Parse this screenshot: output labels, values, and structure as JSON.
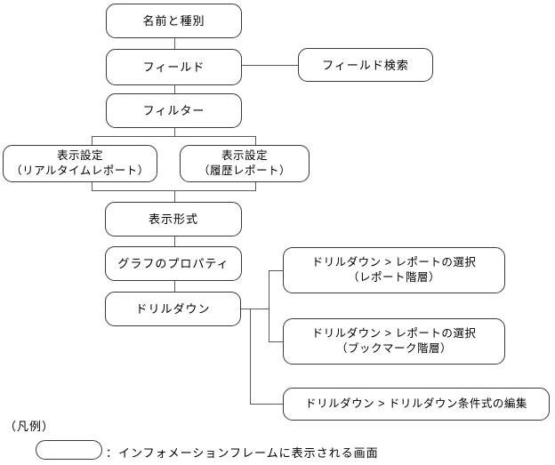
{
  "diagram": {
    "title": "report-settings-screen-flow",
    "colors": {
      "background": "#ffffff",
      "node_border": "#383838",
      "connector_line": "#5a5a5a",
      "text": "#000000"
    },
    "nodes": {
      "name_type": {
        "label": "名前と種別"
      },
      "field": {
        "label": "フィールド"
      },
      "field_search": {
        "label": "フィールド検索"
      },
      "filter": {
        "label": "フィルター"
      },
      "display_realtime": {
        "label": "表示設定\n（リアルタイムレポート）"
      },
      "display_history": {
        "label": "表示設定\n（履歴レポート）"
      },
      "display_format": {
        "label": "表示形式"
      },
      "graph_properties": {
        "label": "グラフのプロパティ"
      },
      "drilldown": {
        "label": "ドリルダウン"
      },
      "dd_report_hierarchy": {
        "label": "ドリルダウン > レポートの選択\n（レポート階層）"
      },
      "dd_bookmark_hierarchy": {
        "label": "ドリルダウン > レポートの選択\n（ブックマーク階層）"
      },
      "dd_condition_edit": {
        "label": "ドリルダウン > ドリルダウン条件式の編集"
      }
    },
    "legend": {
      "heading": "（凡例）",
      "item_label": "：インフォメーションフレームに表示される画面"
    }
  }
}
